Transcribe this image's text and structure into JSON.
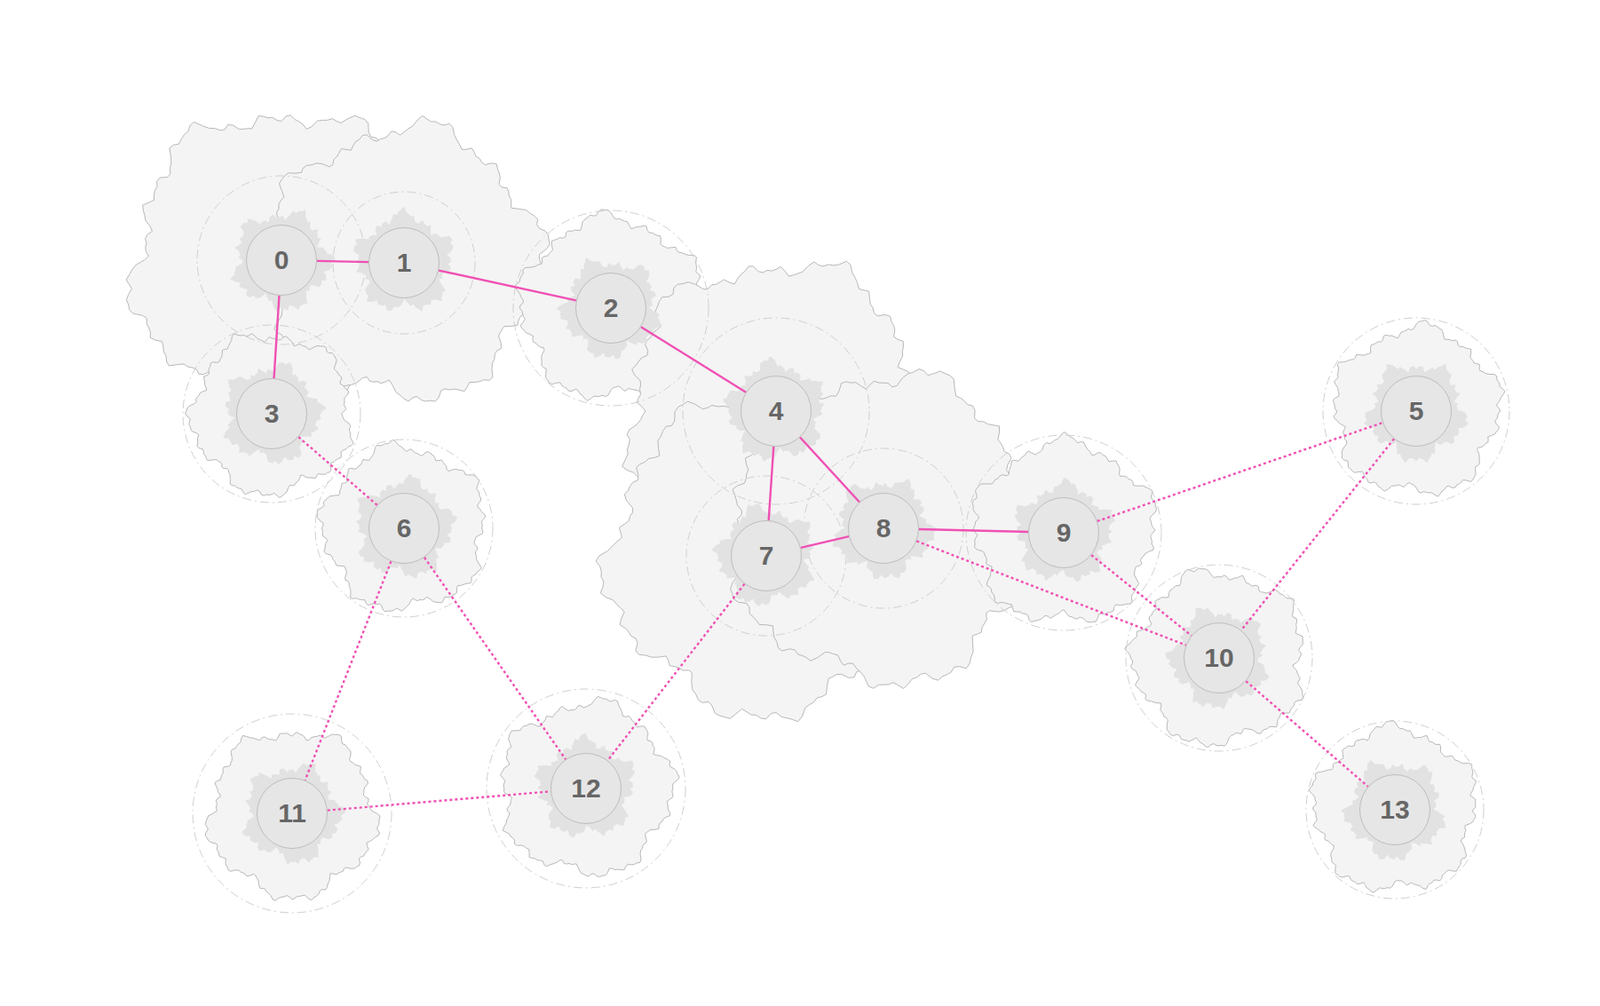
{
  "diagram": {
    "nodes": [
      {
        "text": [
          "0"
        ]
      },
      {
        "text": [
          "1"
        ]
      },
      {
        "text": [
          "2"
        ]
      },
      {
        "text": [
          "3"
        ]
      },
      {
        "text": [
          "4"
        ]
      },
      {
        "text": [
          "5"
        ]
      },
      {
        "text": [
          "6"
        ]
      },
      {
        "text": [
          "7"
        ]
      },
      {
        "text": [
          "8"
        ]
      },
      {
        "text": [
          "9"
        ]
      },
      {
        "text": [
          "10"
        ]
      },
      {
        "text": [
          "11"
        ]
      },
      {
        "text": [
          "12"
        ]
      },
      {
        "text": [
          "13"
        ]
      }
    ],
    "edges": [
      {
        "from": 0,
        "to": 1,
        "arrow": "none"
      },
      {
        "from": 1,
        "to": 2,
        "arrow": "none"
      },
      {
        "from": 2,
        "to": 4,
        "arrow": "none"
      },
      {
        "from": 0,
        "to": 3,
        "arrow": "none"
      },
      {
        "from": 4,
        "to": 8,
        "arrow": "none"
      },
      {
        "from": 4,
        "to": 7,
        "arrow": "none"
      },
      {
        "from": 7,
        "to": 8,
        "arrow": "none"
      },
      {
        "from": 8,
        "to": 9,
        "arrow": "none"
      },
      {
        "from": 3,
        "to": 6,
        "arrow": "none"
      },
      {
        "from": 6,
        "to": 11,
        "arrow": "none"
      },
      {
        "from": 6,
        "to": 12,
        "arrow": "none"
      },
      {
        "from": 11,
        "to": 12,
        "arrow": "none"
      },
      {
        "from": 7,
        "to": 12,
        "arrow": "none"
      },
      {
        "from": 8,
        "to": 10,
        "arrow": "none"
      },
      {
        "from": 9,
        "to": 10,
        "arrow": "none"
      },
      {
        "from": 9,
        "to": 5,
        "arrow": "none"
      },
      {
        "from": 5,
        "to": 10,
        "arrow": "none"
      },
      {
        "from": 10,
        "to": 13,
        "arrow": "none"
      }
    ]
  }
}
